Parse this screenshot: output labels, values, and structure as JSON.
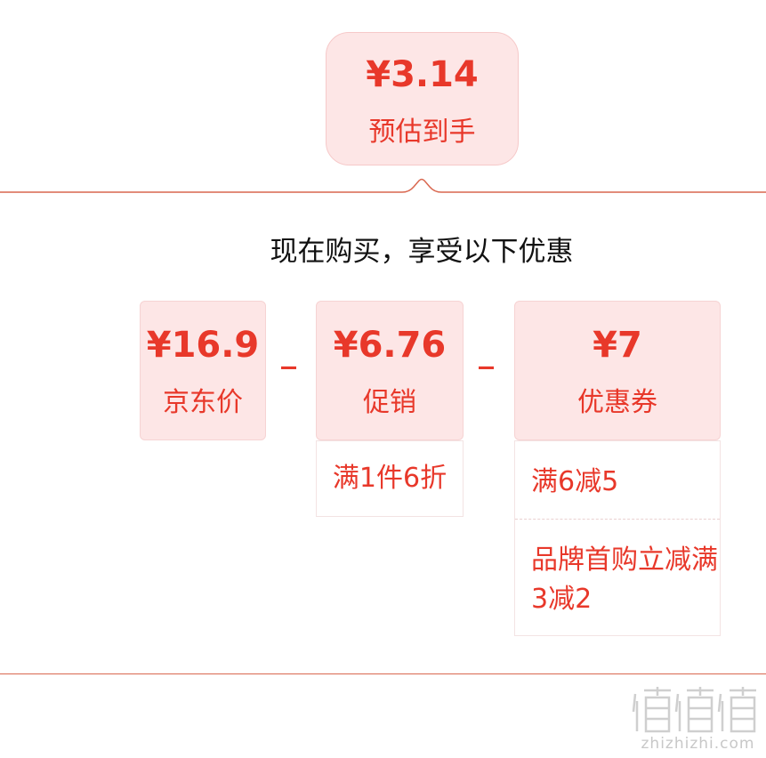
{
  "estimate": {
    "price": "¥3.14",
    "label": "预估到手"
  },
  "headline": "现在购买，享受以下优惠",
  "cards": {
    "jd": {
      "price": "¥16.9",
      "label": "京东价"
    },
    "promo": {
      "price": "¥6.76",
      "label": "促销"
    },
    "coupon": {
      "price": "¥7",
      "label": "优惠券"
    }
  },
  "operator": "_",
  "promo_detail": "满1件6折",
  "coupon_details": [
    "满6减5",
    "品牌首购立减满3减2"
  ],
  "watermark": {
    "logo": "值值值",
    "text": "zhizhizhi.com"
  },
  "colors": {
    "accent": "#e8382a",
    "card_bg": "#fde6e6",
    "divider": "#d9674f"
  }
}
